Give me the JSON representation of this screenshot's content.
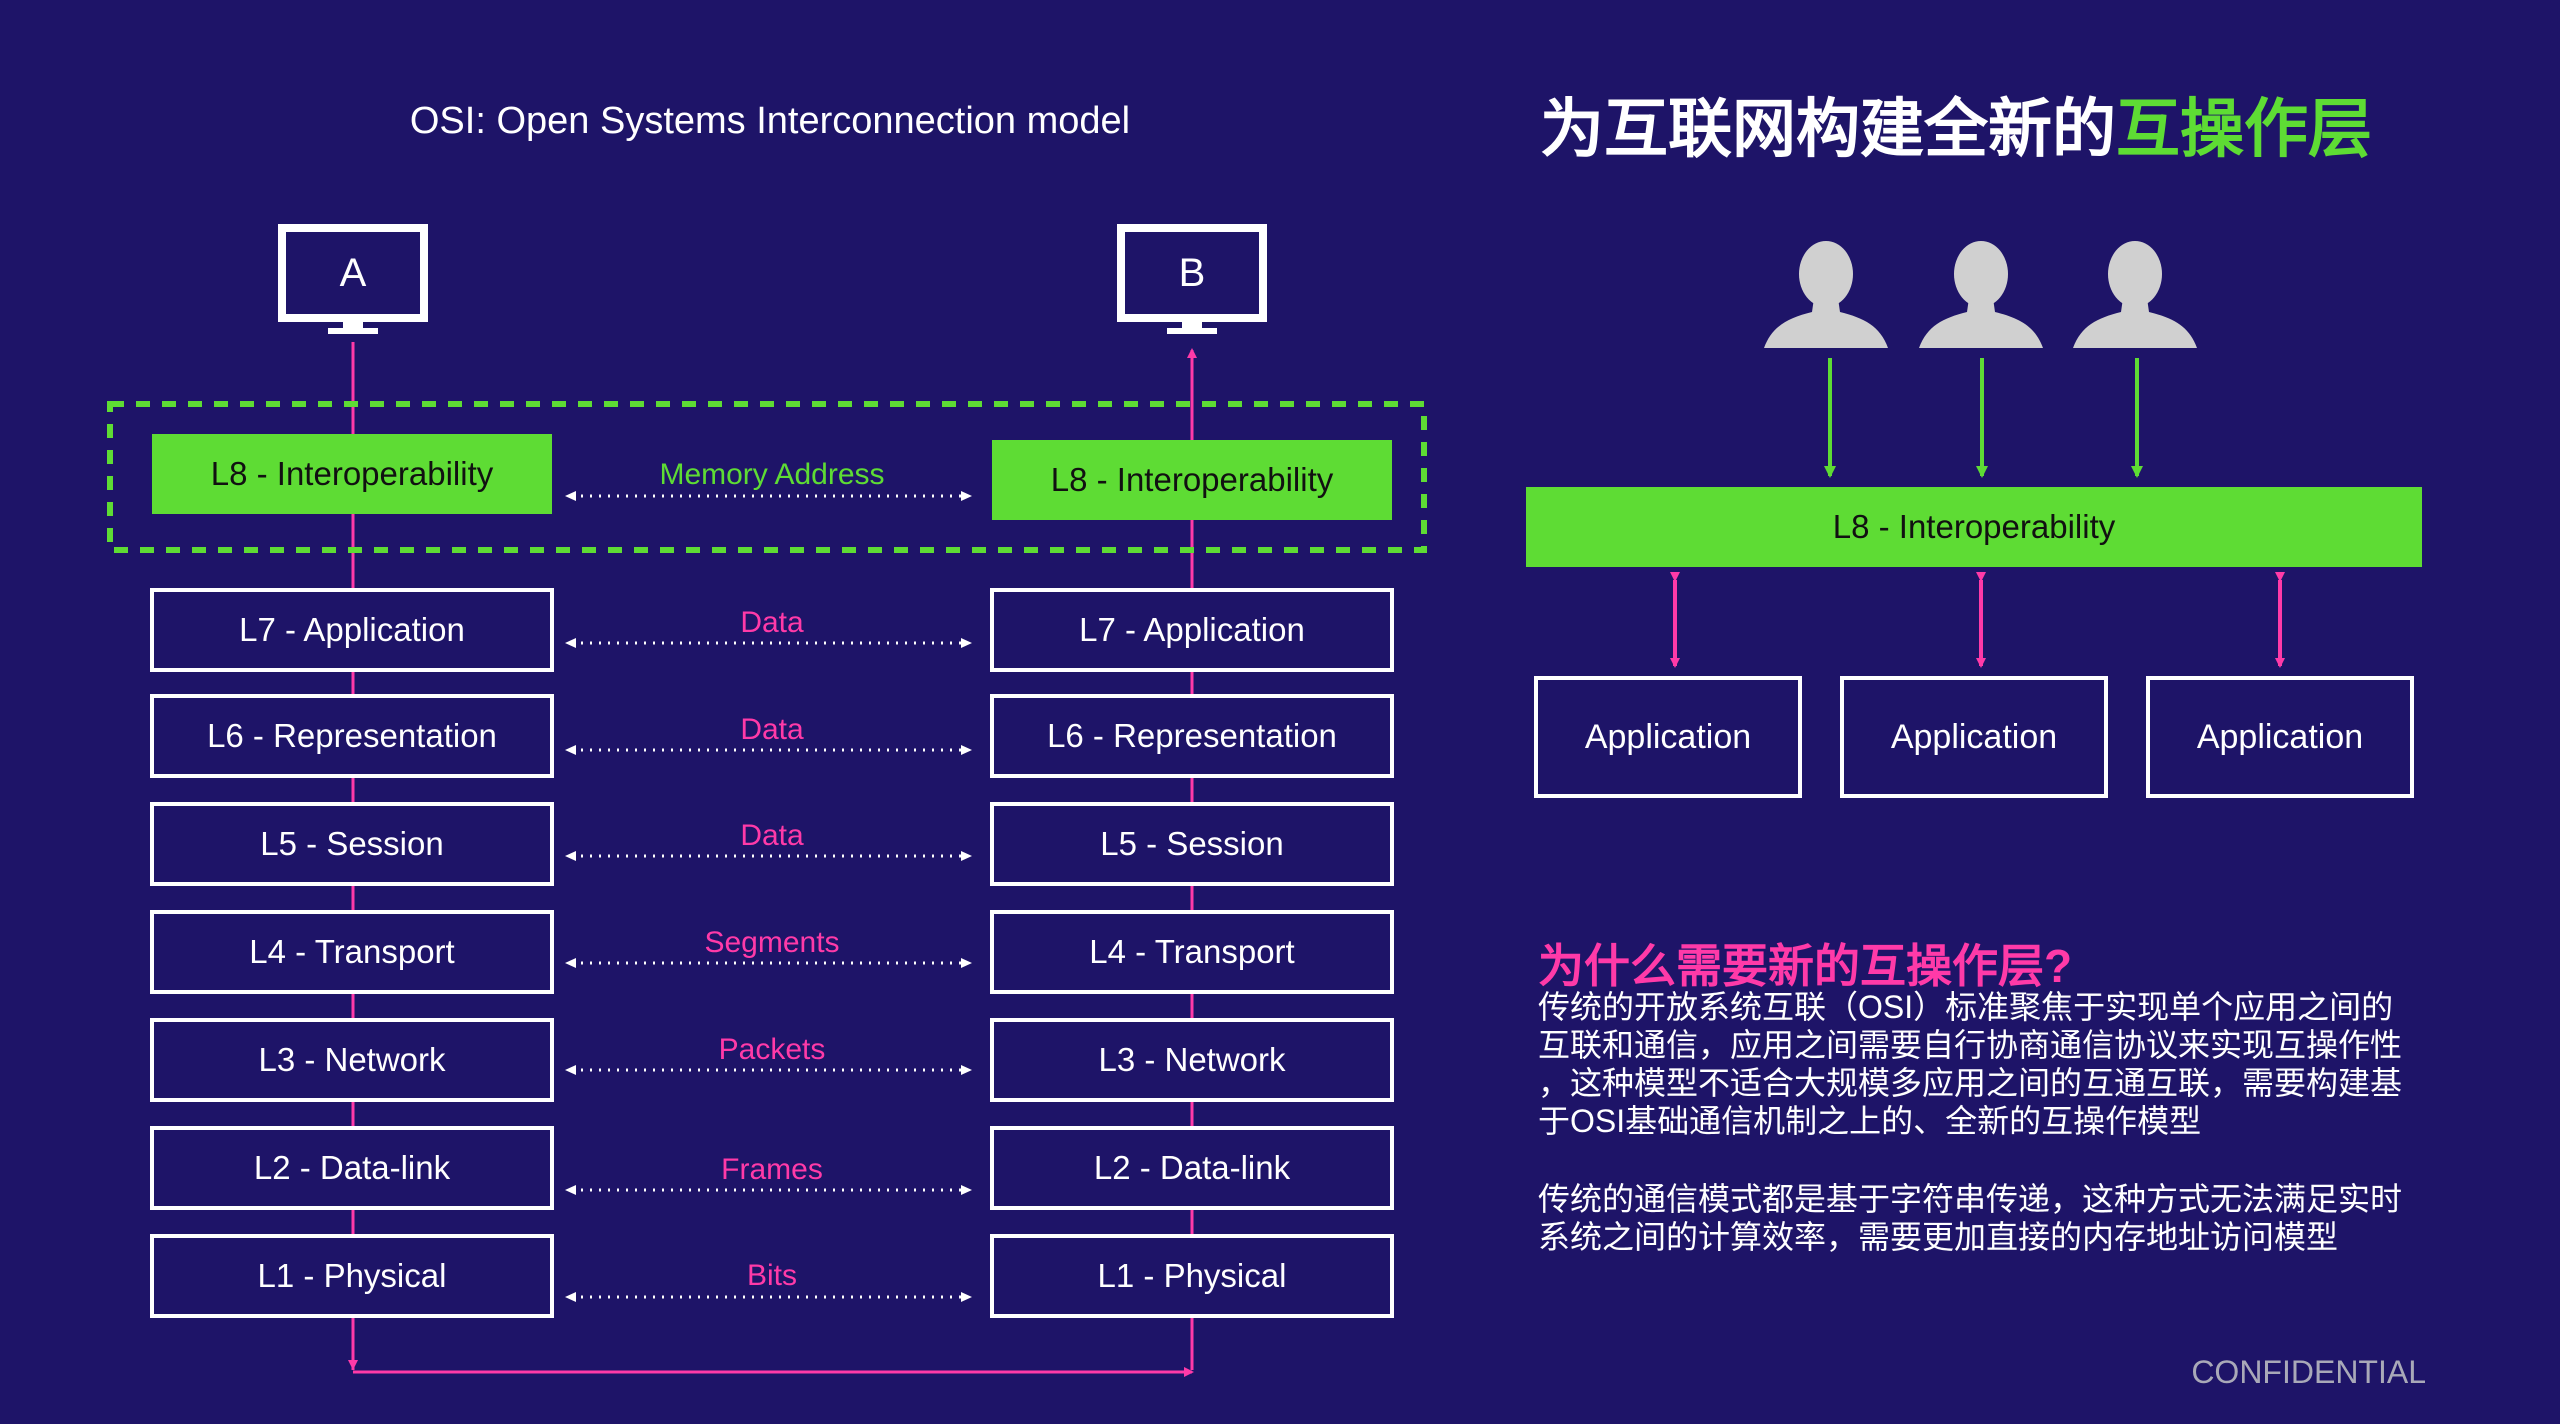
{
  "left_title": "OSI: Open Systems Interconnection model",
  "right_title": {
    "part1": "为互联网构建全新的",
    "part2": "互操作层"
  },
  "hosts": {
    "a": "A",
    "b": "B"
  },
  "layers": {
    "l8": "L8 - Interoperability",
    "l7": "L7 - Application",
    "l6": "L6 - Representation",
    "l5": "L5 - Session",
    "l4": "L4 - Transport",
    "l3": "L3 - Network",
    "l2": "L2 - Data-link",
    "l1": "L1 - Physical"
  },
  "links": {
    "l8": "Memory Address",
    "l7": "Data",
    "l6": "Data",
    "l5": "Data",
    "l4": "Segments",
    "l3": "Packets",
    "l2": "Frames",
    "l1": "Bits"
  },
  "right_diagram": {
    "layer": "L8 - Interoperability",
    "apps": [
      "Application",
      "Application",
      "Application"
    ]
  },
  "question": {
    "heading": "为什么需要新的互操作层?",
    "para1_lines": [
      "传统的开放系统互联（OSI）标准聚焦于实现单个应用之间的",
      "互联和通信，应用之间需要自行协商通信协议来实现互操作性",
      "，这种模型不适合大规模多应用之间的互通互联，需要构建基",
      "于OSI基础通信机制之上的、全新的互操作模型"
    ],
    "para2_lines": [
      "传统的通信模式都是基于字符串传递，这种方式无法满足实时",
      "系统之间的计算效率，需要更加直接的内存地址访问模型"
    ]
  },
  "footer": "CONFIDENTIAL",
  "colors": {
    "background": "#1e1468",
    "accent_green": "#5edc34",
    "accent_pink": "#ff3aa8",
    "user_grey": "#d0d0d0",
    "footer_grey": "#a9a9b8"
  }
}
